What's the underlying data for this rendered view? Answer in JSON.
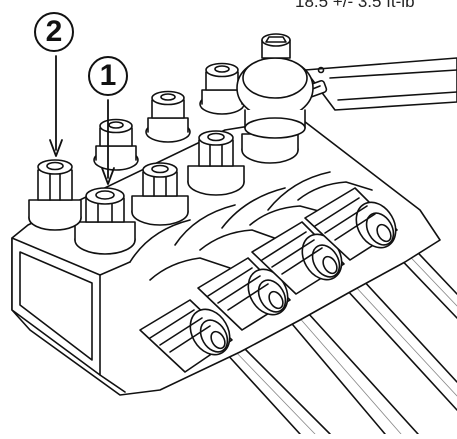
{
  "torque_spec": "18.5 +/- 3.5 ft-lb",
  "callouts": {
    "first": "1",
    "second": "2"
  },
  "colors": {
    "line": "#111111",
    "fill": "#ffffff",
    "text": "#222222"
  }
}
